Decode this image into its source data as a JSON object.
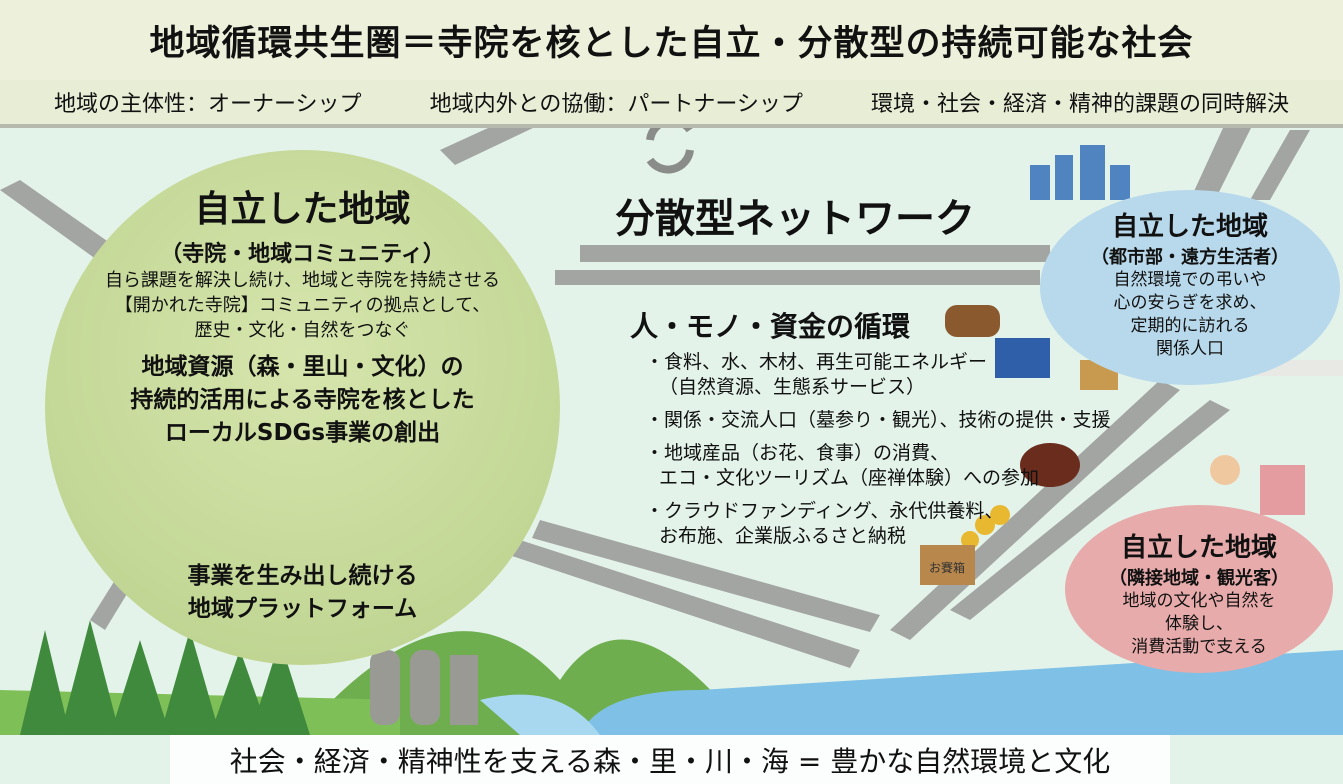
{
  "title": "地域循環共生圏＝寺院を核とした自立・分散型の持続可能な社会",
  "subtitles": [
    "地域の主体性：オーナーシップ",
    "地域内外との協働：パートナーシップ",
    "環境・社会・経済・精神的課題の同時解決"
  ],
  "network_title": "分散型ネットワーク",
  "left_region": {
    "title": "自立した地域",
    "subtitle": "（寺院・地域コミュニティ）",
    "lines": [
      "自ら課題を解決し続け、地域と寺院を持続させる",
      "【開かれた寺院】コミュニティの拠点として、",
      "歴史・文化・自然をつなぐ"
    ],
    "bold_lines": [
      "地域資源（森・里山・文化）の",
      "持続的活用による寺院を核とした",
      "ローカルSDGs事業の創出"
    ],
    "platform_lines": [
      "事業を生み出し続ける",
      "地域プラットフォーム"
    ]
  },
  "circulation": {
    "title": "人・モノ・資金の循環",
    "items": [
      [
        "・食料、水、木材、再生可能エネルギー",
        "（自然資源、生態系サービス）"
      ],
      [
        "・関係・交流人口（墓参り・観光）、技術の提供・支援"
      ],
      [
        "・地域産品（お花、食事）の消費、",
        "エコ・文化ツーリズム（座禅体験）への参加"
      ],
      [
        "・クラウドファンディング、永代供養料、",
        "お布施、企業版ふるさと納税"
      ]
    ]
  },
  "offering_box_label": "お賽箱",
  "urban_region": {
    "title": "自立した地域",
    "subtitle": "（都市部・遠方生活者）",
    "lines": [
      "自然環境での弔いや",
      "心の安らぎを求め、",
      "定期的に訪れる",
      "関係人口"
    ]
  },
  "neighbor_region": {
    "title": "自立した地域",
    "subtitle": "（隣接地域・観光客）",
    "lines": [
      "地域の文化や自然を",
      "体験し、",
      "消費活動で支える"
    ]
  },
  "footer": "社会・経済・精神性を支える森・里・川・海 = 豊かな自然環境と文化",
  "colors": {
    "left_circle": "#c5d99a",
    "urban_circle": "#b8d9eb",
    "neighbor_circle": "#e7abab",
    "road": "#9a9c9a",
    "background": "#e4f3ea"
  }
}
